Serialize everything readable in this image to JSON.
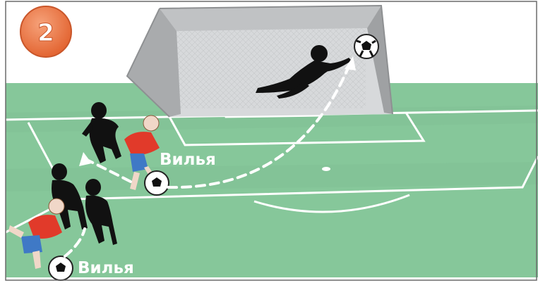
{
  "step_badge": {
    "number": "2"
  },
  "labels": {
    "player_upper": "Вилья",
    "player_lower": "Вилья"
  },
  "colors": {
    "pitch_green": "#86c79a",
    "pitch_lines": "#ffffff",
    "goal_frame": "#b7b9bb",
    "goal_net": "#d3d5d7",
    "jersey_red": "#e13a2a",
    "shorts_blue": "#3f79c6",
    "defender_silhouette": "#111111",
    "badge_orange": "#ec7a45",
    "pass_arrow": "#ffffff",
    "border": "#6a6a6a"
  }
}
